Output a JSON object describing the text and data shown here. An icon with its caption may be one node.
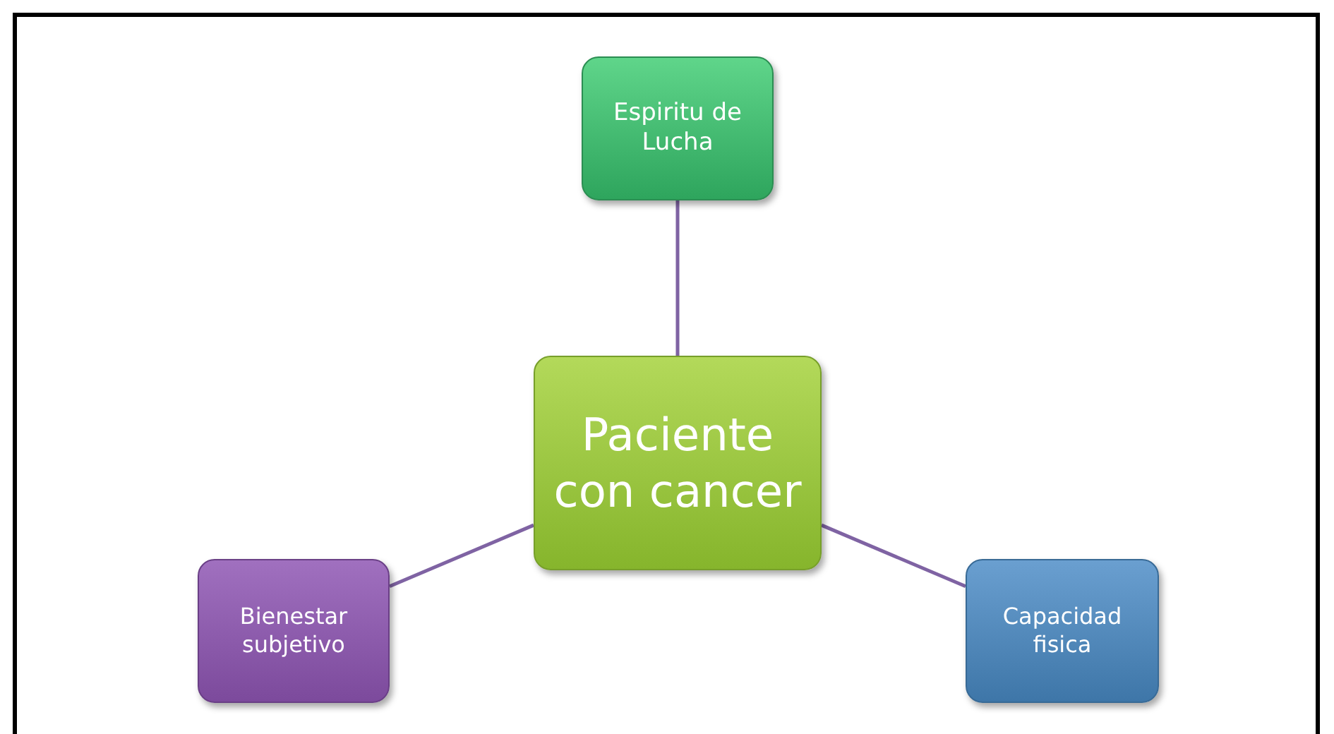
{
  "diagram": {
    "nodes": [
      {
        "text": [
          "Espiritu de Lucha"
        ]
      },
      {
        "text": [
          "Paciente con cancer"
        ]
      },
      {
        "text": [
          "Bienestar subjetivo"
        ]
      },
      {
        "text": [
          "Capacidad fisica"
        ]
      }
    ],
    "edges": [
      {
        "from": 1,
        "to": 0,
        "arrow": "none"
      },
      {
        "from": 1,
        "to": 2,
        "arrow": "none"
      },
      {
        "from": 1,
        "to": 3,
        "arrow": "none"
      }
    ]
  }
}
